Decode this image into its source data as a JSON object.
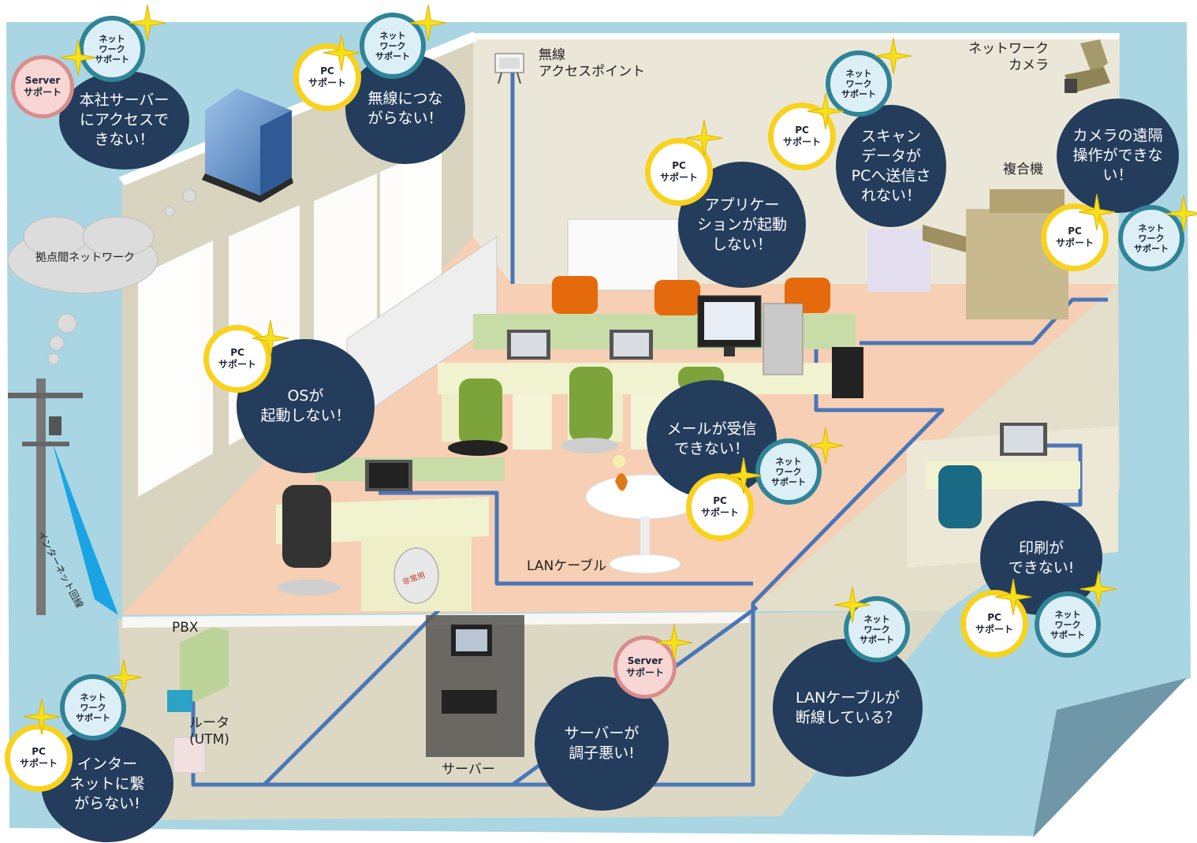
{
  "labels": {
    "wireless_ap": "無線\nアクセスポイント",
    "network_camera": "ネットワーク\nカメラ",
    "mfp": "複合機",
    "inter_site_network": "拠点間ネットワーク",
    "internet_line": "インターネット回線",
    "pbx": "PBX",
    "router": "ルータ\n(UTM)",
    "lan_cable": "LANケーブル",
    "server": "サーバー",
    "emergency_bag": "非常用"
  },
  "bubbles": {
    "hq_server": "本社サーバー\nにアクセスで\nきない！",
    "wireless": "無線につな\nがらない！",
    "scan": "スキャン\nデータが\nPCへ送信さ\nれない！",
    "camera": "カメラの遠隔\n操作ができな\nい！",
    "app": "アプリケー\nションが起動\nしない！",
    "os": "OSが\n起動しない！",
    "mail": "メールが受信\nできない！",
    "print": "印刷が\nできない!",
    "server_bad": "サーバーが\n調子悪い!",
    "lan_broken": "LANケーブルが\n断線している？",
    "internet": "インター\nネットに繋\nがらない!"
  },
  "badges": {
    "server_support": "Server\nサポート",
    "network_support": "ネット\nワーク\nサポート",
    "pc_support": "PC\nサポート"
  },
  "colors": {
    "bubble": "#243d5c",
    "pc_ring": "#f8d21c",
    "network_ring": "#2f8497",
    "server_ring": "#d98c8c",
    "lan_cable": "#4a76b8",
    "sky": "#a9d6e2"
  },
  "icons": [
    "building-icon",
    "cloud-icon",
    "utility-pole-icon",
    "wifi-ap-icon",
    "camera-icon",
    "mfp-icon",
    "desktop-pc-icon",
    "laptop-icon",
    "server-rack-icon",
    "pbx-icon",
    "router-icon",
    "sparkle-icon"
  ]
}
